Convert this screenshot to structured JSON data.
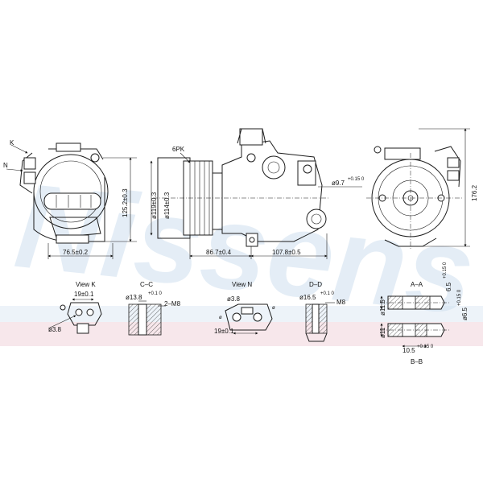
{
  "watermark": {
    "brand": "Nissens",
    "color": "#cfe0ef",
    "stripe_color": "#f4dde2"
  },
  "labels": {
    "k": "K",
    "n": "N",
    "belt": "6PK",
    "dim_76": "76.5±0.2",
    "dim_125": "125.2±0.3",
    "dim_119": "ø119±0.3",
    "dim_114": "ø114±0.3",
    "dim_86": "86.7±0.4",
    "dim_107": "107.8±0.5",
    "dim_97": "ø9.7",
    "dim_97_tol": "+0.15 0",
    "dim_176": "176.2",
    "view_k": "View K",
    "view_k_19": "19±0.1",
    "view_k_d": "ø3.8",
    "cc": "C–C",
    "cc_d": "ø13.8",
    "cc_tol": "+0.1 0",
    "cc_thread": "2–M8",
    "view_n": "View N",
    "view_n_d": "ø3.8",
    "view_n_19": "19±0.1",
    "dd": "D–D",
    "dd_d": "ø16.5",
    "dd_tol": "+0.1 0",
    "dd_thread": "M8",
    "aa": "A–A",
    "aa_115": "ø11.5",
    "aa_65a": "6.5",
    "aa_65a_tol": "+0.15 0",
    "aa_65b": "ø6.5",
    "aa_65b_tol": "+0.15 0",
    "bb": "B–B",
    "bb_11": "ø11",
    "bb_105": "10.5",
    "bb_105_tol": "+0.15 0"
  }
}
